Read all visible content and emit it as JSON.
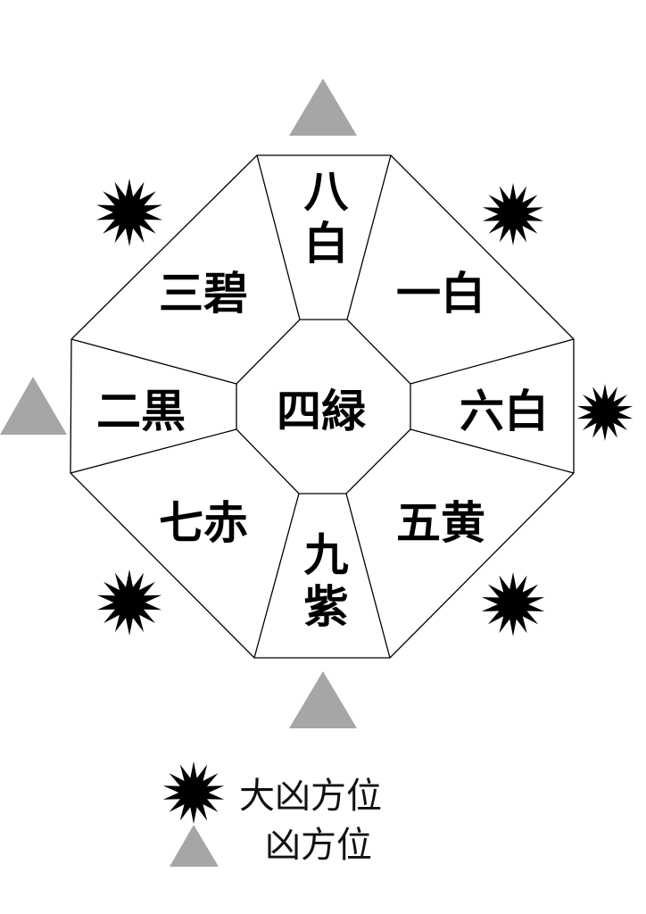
{
  "colors": {
    "star": "#000000",
    "triangle": "#a6a6a6",
    "line": "#000000"
  },
  "cells": {
    "north": {
      "label": "八白"
    },
    "northwest": {
      "label": "三碧"
    },
    "northeast": {
      "label": "一白"
    },
    "west": {
      "label": "二黒"
    },
    "center": {
      "label": "四緑"
    },
    "east": {
      "label": "六白"
    },
    "southwest": {
      "label": "七赤"
    },
    "southeast": {
      "label": "五黄"
    },
    "south": {
      "label": "九紫"
    }
  },
  "legend": {
    "star_label": "大凶方位",
    "triangle_label": "凶方位"
  }
}
